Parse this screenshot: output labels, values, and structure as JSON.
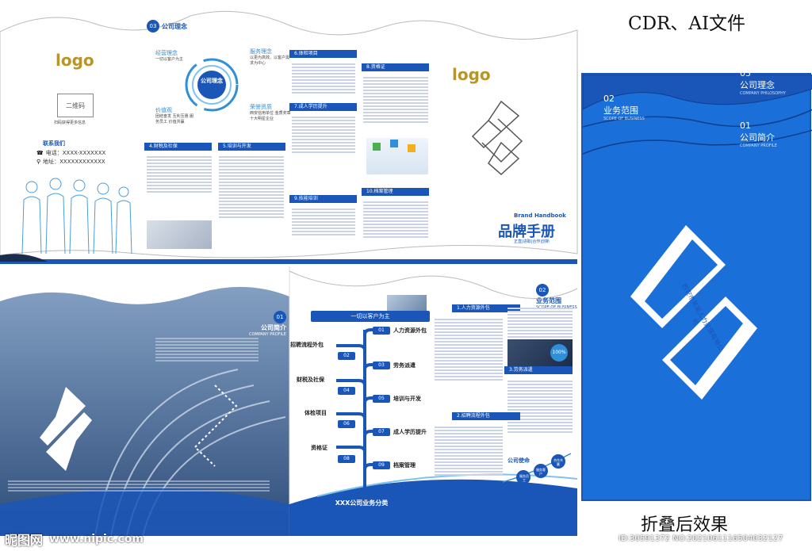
{
  "header": {
    "files_label": "CDR、AI文件"
  },
  "top_panel": {
    "logo_left": "logo",
    "qr_label": "二维码",
    "qr_caption": "扫码获得更多信息",
    "contact_title": "联系我们",
    "phone": "电话：XXXX-XXXXXXX",
    "address": "地址：XXXXXXXXXXXX",
    "philosophy_num": "03",
    "philosophy_title": "公司理念",
    "center_text": "公司理念",
    "concepts": [
      {
        "title": "经营理念",
        "desc": "一切以客户为主"
      },
      {
        "title": "服务理念",
        "desc": "以更为高效、以客户需求为中心"
      },
      {
        "title": "价值观",
        "desc": "团结奋发 互利互惠 服务员工 价值共赢"
      },
      {
        "title": "荣誉资质",
        "desc": "西安信用单位 金质奖章 十大明星企业"
      }
    ],
    "sections": [
      {
        "title": "4.财税及社保",
        "sub": "FINANCE, TAXATION AND SOCIAL SECURITY"
      },
      {
        "title": "5.培训与开发",
        "sub": "TRAINING AND DEVELOPMENT"
      },
      {
        "title": "6.体检项目",
        "sub": "PHYSICAL EXAMINATION ITEMS"
      },
      {
        "title": "7.成人学历提升",
        "sub": "ADULT EDUCATION PROMOTION"
      },
      {
        "title": "8.资格证",
        "sub": "QUALIFICATION CERTIFICATE"
      },
      {
        "title": "9.技能培训",
        "sub": "SKILLS TRAINING"
      },
      {
        "title": "10.档案管理",
        "sub": "FILE MANAGEMENT"
      }
    ],
    "logo_right": "logo",
    "brand_en": "Brand Handbook",
    "brand_cn": "品牌手册",
    "brand_tag": "正直|进取|合作|创新"
  },
  "folded_cover": {
    "tabs": [
      {
        "num": "03",
        "title": "公司理念",
        "sub": "COMPANY PHILOSOPHY"
      },
      {
        "num": "02",
        "title": "业务范围",
        "sub": "SCOPE OF BUSINESS"
      },
      {
        "num": "01",
        "title": "公司简介",
        "sub": "COMPANY PROFILE"
      }
    ],
    "ring_text": "西安市某某人力资源有限公司",
    "fold_caption": "折叠后效果"
  },
  "bottom_panel": {
    "profile_num": "01",
    "profile_title": "公司简介",
    "profile_sub": "COMPANY PROFILE",
    "customer_banner": "一切以客户为主",
    "business_title": "XXX公司业务分类",
    "left_items": [
      {
        "label": "招聘流程外包",
        "num": "02"
      },
      {
        "label": "财税及社保",
        "num": "04"
      },
      {
        "label": "体检项目",
        "num": "06"
      },
      {
        "label": "资格证",
        "num": "08"
      }
    ],
    "right_items": [
      {
        "label": "人力资源外包",
        "num": "01"
      },
      {
        "label": "劳务派遣",
        "num": "03"
      },
      {
        "label": "培训与开发",
        "num": "05"
      },
      {
        "label": "成人学历提升",
        "num": "07"
      },
      {
        "label": "档案管理",
        "num": "09"
      }
    ],
    "scope_num": "02",
    "scope_title": "业务范围",
    "scope_sub": "SCOPE OF BUSINESS",
    "scope_sections": [
      {
        "title": "1.人力资源外包",
        "sub": "HUMAN RESOURCE OUTSOURCING"
      },
      {
        "title": "2.招聘流程外包",
        "sub": "OUTSOURCING OF RECRUITMENT PROCESS"
      },
      {
        "title": "3.劳务派遣",
        "sub": "LABOR DISPATCH"
      }
    ],
    "percent_badge": "100%",
    "mission_title": "公司使命",
    "mission_steps": [
      "服务员工",
      "服务客户",
      "合作共赢"
    ]
  },
  "watermark": {
    "site_cn": "昵图网",
    "site_url": "www.nipic.com",
    "id_text": "ID:30591372 NO:20210611165040321​27"
  }
}
